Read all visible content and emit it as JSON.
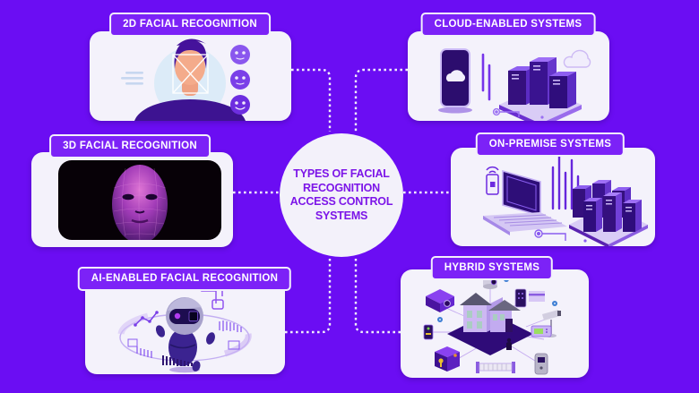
{
  "center": {
    "title_lines": [
      "TYPES OF FACIAL",
      "RECOGNITION",
      "ACCESS CONTROL",
      "SYSTEMS"
    ]
  },
  "cards": [
    {
      "label": "2D FACIAL RECOGNITION",
      "position": "top-left",
      "illustration": "man-face-scan"
    },
    {
      "label": "CLOUD-ENABLED SYSTEMS",
      "position": "top-right",
      "illustration": "phone-cloud-servers"
    },
    {
      "label": "3D FACIAL RECOGNITION",
      "position": "middle-left",
      "illustration": "3d-face-mesh-photo"
    },
    {
      "label": "ON-PREMISE SYSTEMS",
      "position": "middle-right",
      "illustration": "laptop-server-racks"
    },
    {
      "label": "AI-ENABLED FACIAL RECOGNITION",
      "position": "bottom-left",
      "illustration": "ai-robot-ring"
    },
    {
      "label": "HYBRID SYSTEMS",
      "position": "bottom-right",
      "illustration": "smart-home-security-devices"
    }
  ],
  "colors": {
    "background": "#6B0DF3",
    "card_bg": "#F4F2FB",
    "pill_bg": "#7C22F7",
    "pill_border": "#F3F0FB",
    "pill_text": "#FFFFFF",
    "center_circle_bg": "#F3F1FA",
    "center_text": "#7C15E8",
    "connector_dots": "#F1EDFB"
  }
}
